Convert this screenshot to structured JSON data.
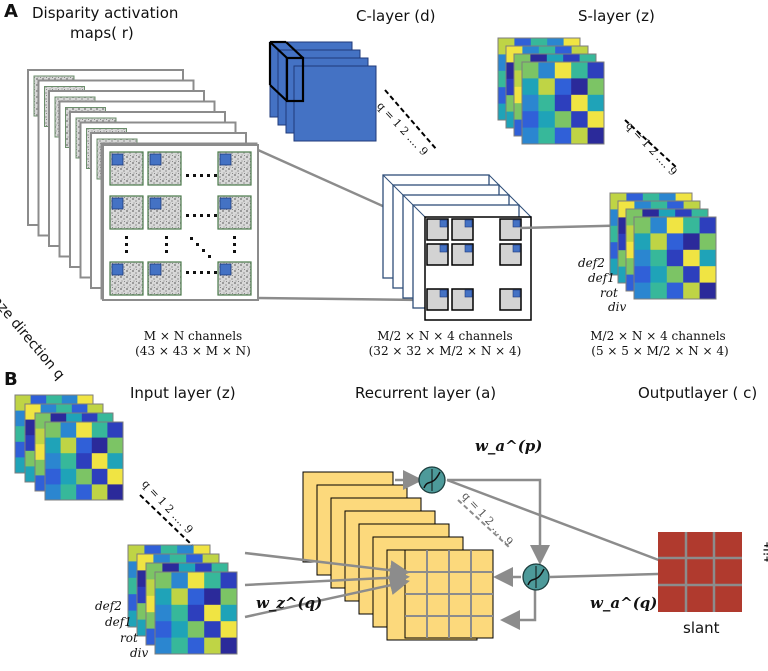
{
  "panel_a": {
    "letter": "A",
    "disparity_title": "Disparity activation",
    "disparity_title2": "maps( r)",
    "c_layer_title": "C-layer (d)",
    "s_layer_title": "S-layer (z)",
    "gaze_label": "Gaze direction  q",
    "q_label_c": "q = 1 2 .... 9",
    "q_label_s": "q = 1 2 .... 9",
    "left_channels_1": "M × N channels",
    "left_channels_2": "(43 × 43 × M × N)",
    "mid_channels_1": "M/2 × N × 4 channels",
    "mid_channels_2": "(32 × 32 × M/2 × N × 4)",
    "right_channels_1": "M/2 × N × 4 channels",
    "right_channels_2": "(5 × 5 × M/2 × N × 4)",
    "orientation_labels": [
      "def2",
      "def1",
      "rot",
      "div"
    ]
  },
  "panel_b": {
    "letter": "B",
    "input_title": "Input layer (z)",
    "recurrent_title": "Recurrent layer (a)",
    "output_title": "Outputlayer ( c)",
    "q_label_in": "q = 1 2 .... 9",
    "q_label_rec": "q = 1 2 .... 9",
    "weight_p": "w_a^(p)",
    "weight_zq": "w_z^(q)",
    "weight_aq": "w_a^(q)",
    "slant": "slant",
    "tilt": "tilt",
    "orientation_labels": [
      "def2",
      "def1",
      "rot",
      "div"
    ]
  },
  "colors": {
    "c_layer_blue": "#4472c4",
    "recurrent_yellow": "#fcd97c",
    "output_red": "#b03a2e",
    "node_teal": "#4d9a9a",
    "connector_gray": "#8c8c8c"
  }
}
